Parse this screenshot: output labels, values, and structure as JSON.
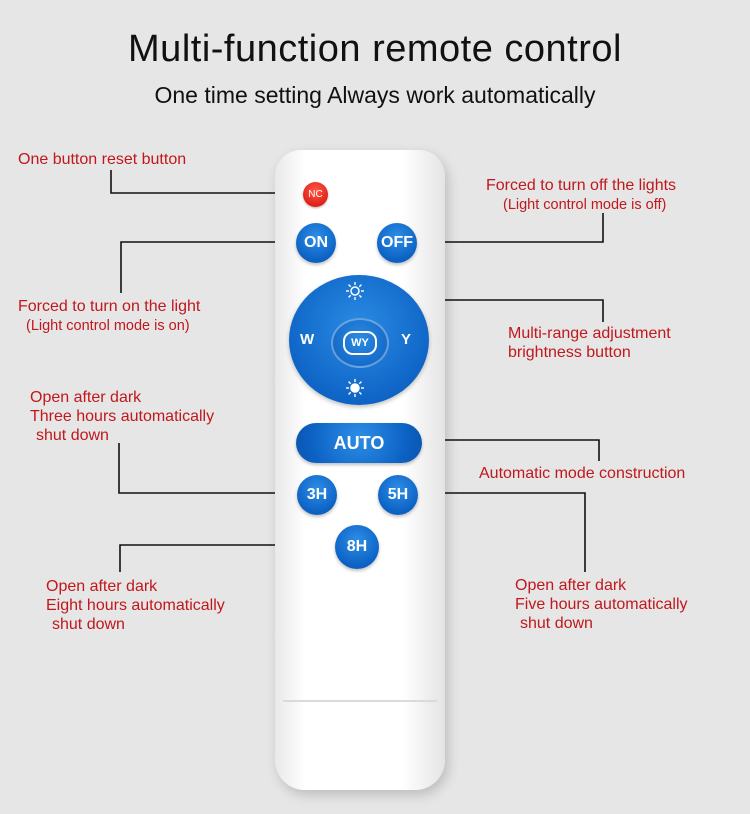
{
  "header": {
    "title": "Multi-function remote control",
    "subtitle": "One time setting  Always work automatically"
  },
  "remote": {
    "buttons": {
      "nc": "NC",
      "on": "ON",
      "off": "OFF",
      "w": "W",
      "y": "Y",
      "wy": "WY",
      "auto": "AUTO",
      "h3": "3H",
      "h5": "5H",
      "h8": "8H"
    },
    "button_color": "#0c62c4",
    "reset_color": "#e0221a"
  },
  "callouts": {
    "reset": "One button reset button",
    "off_line1": "Forced to turn off the lights",
    "off_line2": "(Light control mode is off)",
    "on_line1": "Forced to turn on the light",
    "on_line2": "(Light control mode is on)",
    "brightness_line1": "Multi-range adjustment",
    "brightness_line2": "brightness button",
    "three_line1": "Open after dark",
    "three_line2": "Three hours automatically",
    "three_line3": "shut down",
    "auto": "Automatic mode construction",
    "eight_line1": "Open after dark",
    "eight_line2": "Eight hours automatically",
    "eight_line3": "shut down",
    "five_line1": "Open after dark",
    "five_line2": "Five hours automatically",
    "five_line3": "shut down"
  },
  "text_color": "#c0181c"
}
